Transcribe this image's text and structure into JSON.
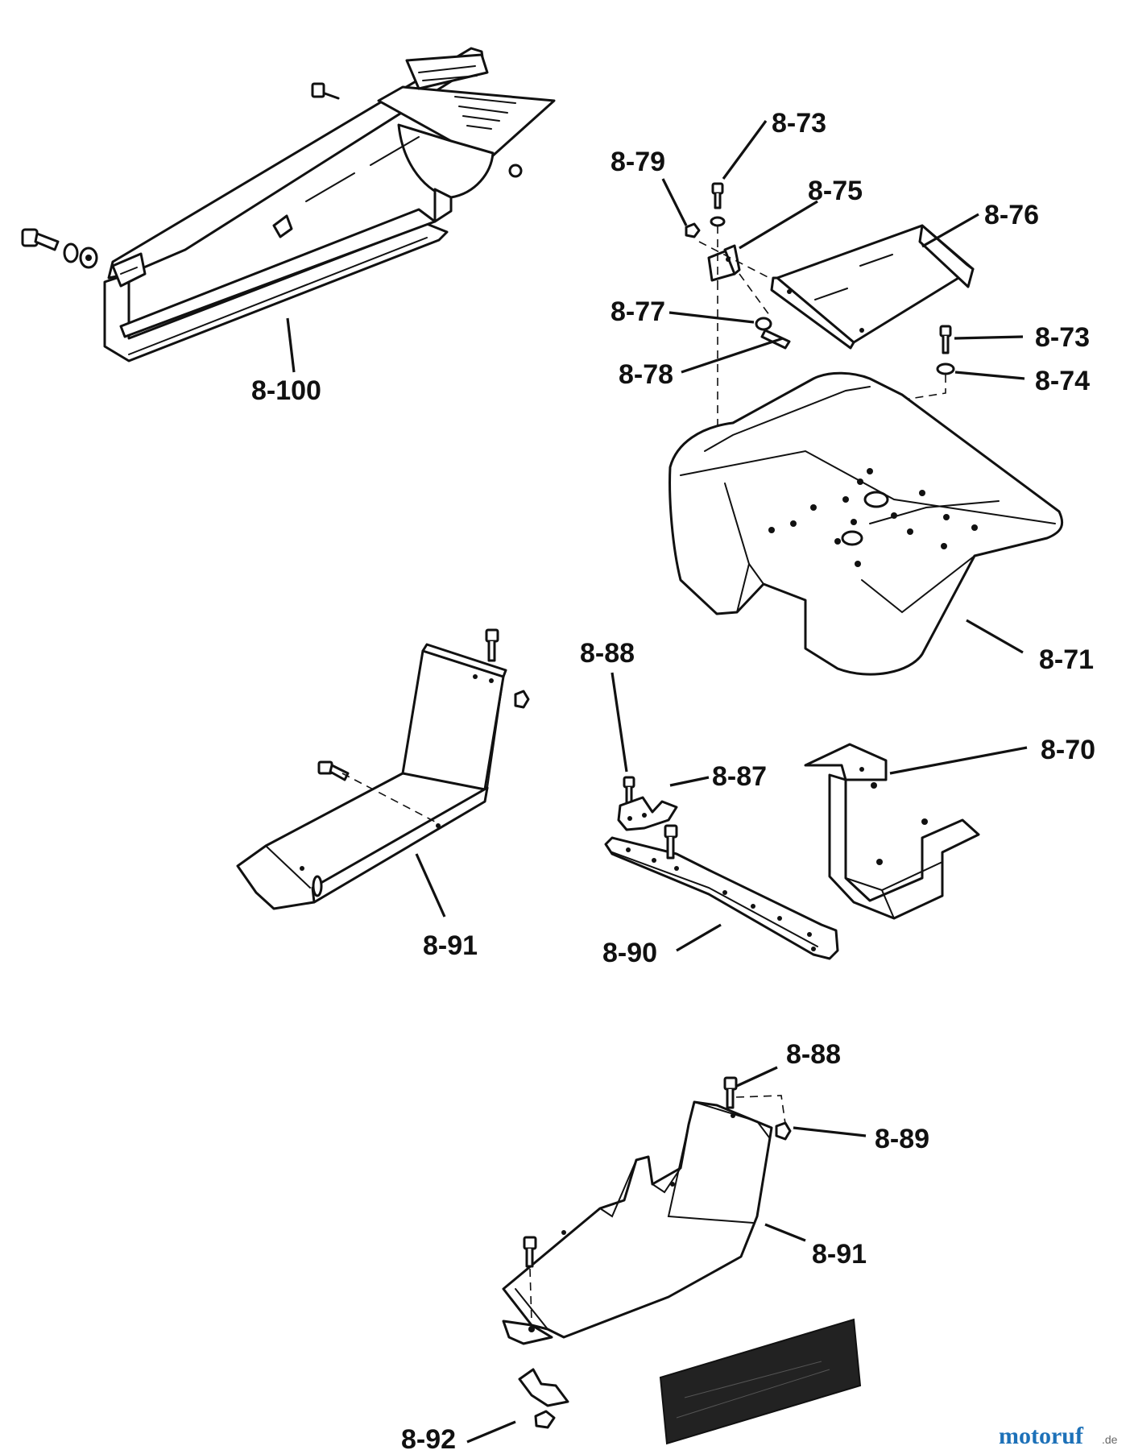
{
  "labels": {
    "p8_100": "8-100",
    "p8_73a": "8-73",
    "p8_79": "8-79",
    "p8_75": "8-75",
    "p8_76": "8-76",
    "p8_77": "8-77",
    "p8_73b": "8-73",
    "p8_78": "8-78",
    "p8_74": "8-74",
    "p8_71": "8-71",
    "p8_88a": "8-88",
    "p8_87": "8-87",
    "p8_70": "8-70",
    "p8_91a": "8-91",
    "p8_90": "8-90",
    "p8_88b": "8-88",
    "p8_89": "8-89",
    "p8_91b": "8-91",
    "p8_92": "8-92"
  },
  "watermark": {
    "brand": "motoruf",
    "suffix": ".de",
    "colors": [
      "#d2232a",
      "#f39200",
      "#1d71b8",
      "#2aa84a"
    ]
  }
}
